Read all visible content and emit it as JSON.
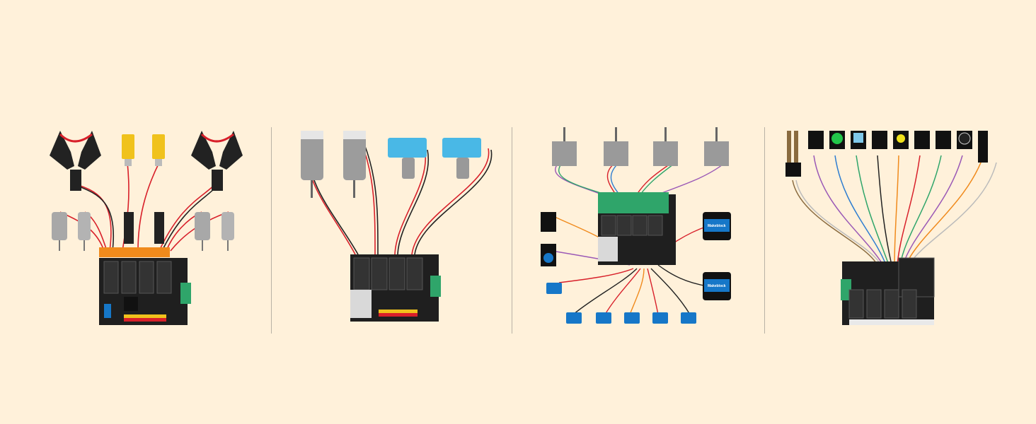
{
  "colors": {
    "background": "#fff1da",
    "divider": "#b9b2a6",
    "board": "#1f1f1f",
    "terminal_green": "#2fa56a",
    "terminal_orange": "#f08a1c",
    "motor_yellow": "#f0c21c",
    "gearbox_blue": "#49b8e6",
    "module_blue": "#1677c8"
  },
  "module_labels": {
    "blue_module_brand": "Makeblock"
  },
  "scenes": [
    {
      "name": "dc-motors-grippers"
    },
    {
      "name": "encoder-gear-motors"
    },
    {
      "name": "steppers-servos-sensors"
    },
    {
      "name": "sensor-array"
    }
  ]
}
